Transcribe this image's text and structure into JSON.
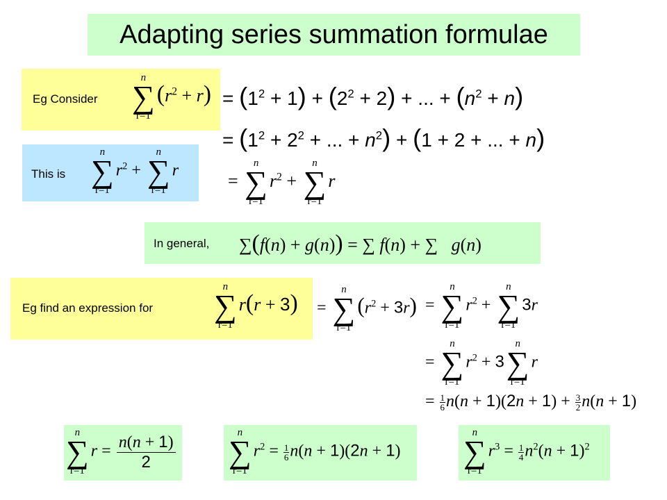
{
  "title": "Adapting series summation formulae",
  "labels": {
    "consider": "Eg Consider",
    "this_is": "This is",
    "general": "In general,",
    "find": "Eg find an expression for"
  },
  "sigma": {
    "upper": "n",
    "lower": "r=1"
  },
  "colors": {
    "green": "#ccffcc",
    "yellow": "#ffff99",
    "blue": "#bde6ff"
  }
}
